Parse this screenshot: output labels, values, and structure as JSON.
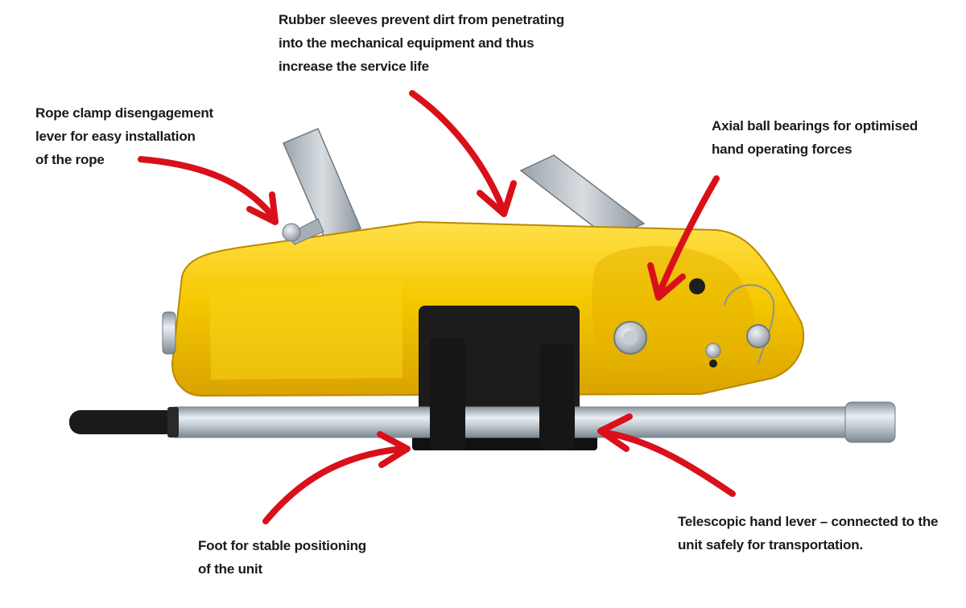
{
  "callouts": {
    "rubber_sleeves": {
      "lines": [
        "Rubber sleeves prevent dirt from penetrating",
        "into the mechanical equipment and thus",
        "increase the service life"
      ]
    },
    "rope_clamp": {
      "lines": [
        "Rope clamp disengagement",
        "lever for easy installation",
        "of the rope"
      ]
    },
    "axial_bearings": {
      "lines": [
        "Axial ball bearings for optimised",
        "hand operating forces"
      ]
    },
    "foot": {
      "lines": [
        "Foot for stable positioning",
        "of the unit"
      ]
    },
    "telescopic_lever": {
      "lines": [
        "Telescopic  hand lever – connected to the",
        "unit safely for transportation."
      ]
    }
  },
  "colors": {
    "body_yellow": "#f5c800",
    "arrow_red": "#d9101a",
    "foot_black": "#1c1c1c",
    "steel": "#b9c3cc"
  }
}
